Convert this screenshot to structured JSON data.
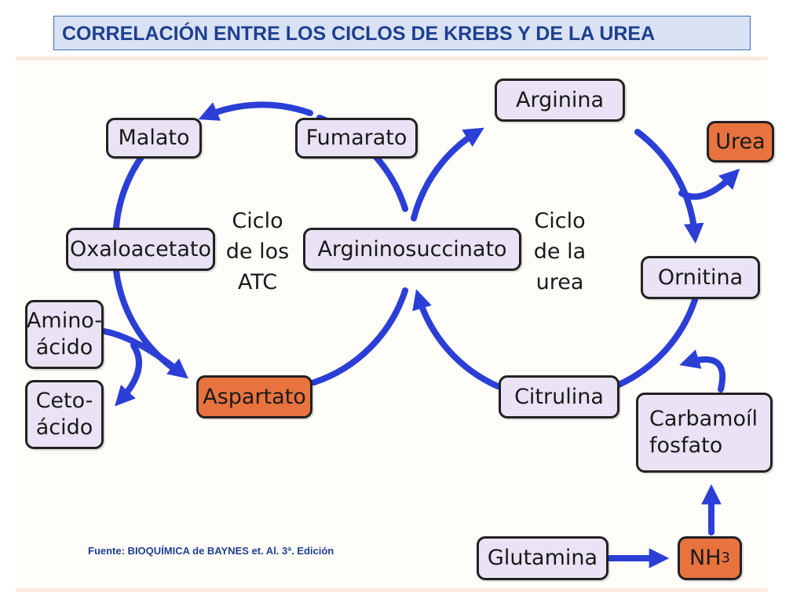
{
  "title": "CORRELACIÓN ENTRE LOS CICLOS DE KREBS Y DE LA UREA",
  "cycles": {
    "krebs_label": "Ciclo\nde los\nATC",
    "urea_label": "Ciclo\nde la\nurea"
  },
  "nodes": {
    "malato": "Malato",
    "fumarato": "Fumarato",
    "oxaloacetato": "Oxaloacetato",
    "argininosuccinato": "Argininosuccinato",
    "arginina": "Arginina",
    "urea": "Urea",
    "ornitina": "Ornitina",
    "aminoacido": "Amino-\nácido",
    "cetoacido": "Ceto-\nácido",
    "aspartato": "Aspartato",
    "citrulina": "Citrulina",
    "carbamoil_fosfato": "Carbamoíl\nfosfato",
    "glutamina": "Glutamina",
    "nh3": "NH",
    "nh3_sub": "3"
  },
  "source": "Fuente:  BIOQUÍMICA de BAYNES et. Al.  3ª. Edición",
  "colors": {
    "arrow": "#2b3fd6",
    "box_fill": "#e9e3f5",
    "highlight_fill": "#e8733f",
    "title_text": "#1f3f8f",
    "title_bg": "#d9e2f3"
  }
}
